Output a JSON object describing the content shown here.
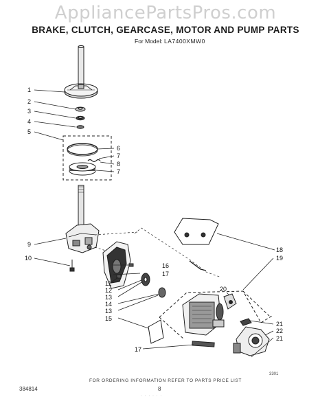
{
  "watermark": "AppliancePartsPros.com",
  "title": "BRAKE, CLUTCH, GEARCASE, MOTOR AND PUMP PARTS",
  "model_label": "For Model:",
  "model_number": "LA7400XMW0",
  "callouts": [
    "1",
    "2",
    "3",
    "4",
    "5",
    "6",
    "7",
    "8",
    "7",
    "9",
    "10",
    "11",
    "12",
    "13",
    "14",
    "13",
    "15",
    "16",
    "17",
    "17",
    "18",
    "19",
    "20",
    "21",
    "22",
    "21"
  ],
  "footer_note": "FOR ORDERING INFORMATION REFER TO PARTS PRICE LIST",
  "doc_number": "384814",
  "page_number": "8",
  "page_code": "3301",
  "bottom_smudge": "· · · · · ·"
}
